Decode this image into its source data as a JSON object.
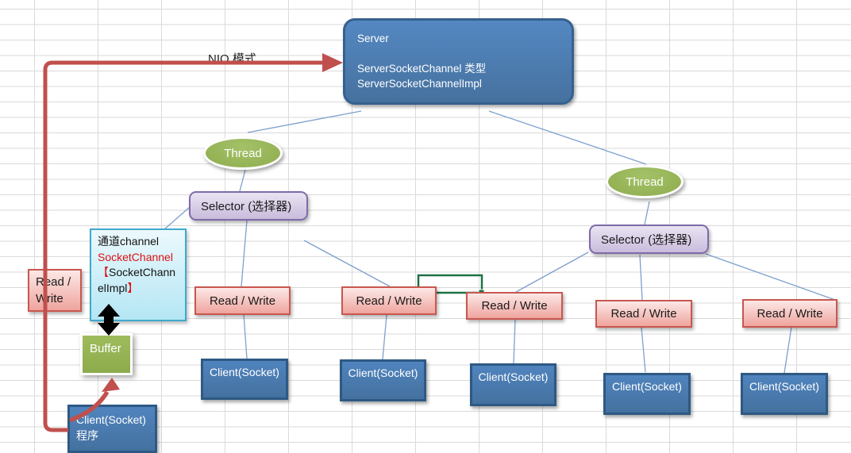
{
  "server": {
    "title": "Server",
    "type_line": "ServerSocketChannel 类型",
    "impl_line": "ServerSocketChannelImpl"
  },
  "labels": {
    "nio": "NIO 模式",
    "thread": "Thread",
    "selector": "Selector (选择器)",
    "read_write": "Read / Write",
    "read_write_left_line1": "Read /",
    "read_write_left_line2": "Write",
    "buffer": "Buffer",
    "client": "Client(Socket)",
    "client_program_line1": "Client(Socket)",
    "client_program_line2": "程序"
  },
  "channel": {
    "line1": "通道channel",
    "line2": "SocketChannel",
    "bracket_open": "【",
    "line3": "SocketChann",
    "line4": "elImpl",
    "bracket_close": "】"
  },
  "colors": {
    "arrow_red": "#c0504d",
    "node_blue": "#4f81bd",
    "node_green": "#9bbb59",
    "node_purple": "#ccc0da",
    "node_pink": "#f2b1ab",
    "node_cyan": "#c6ecf8",
    "connector_blue": "#7da0cd",
    "selection_green": "#1e7145",
    "grid_gray": "#dadada"
  }
}
